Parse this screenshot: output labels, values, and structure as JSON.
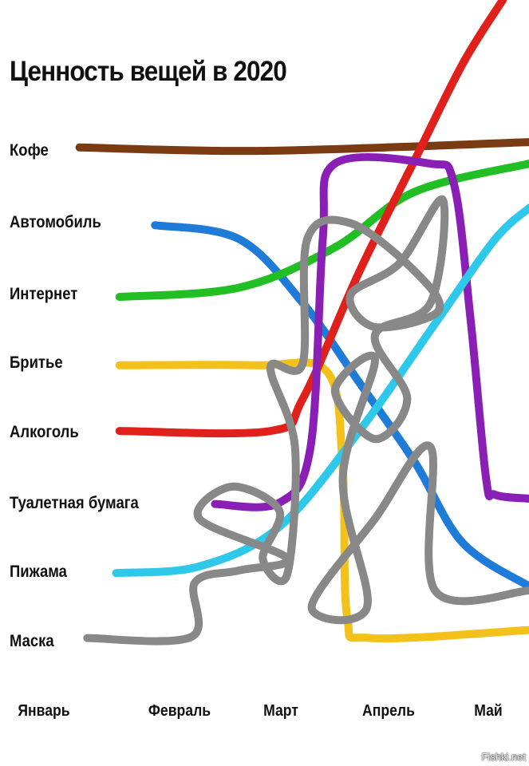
{
  "chart_data": {
    "type": "line",
    "title": "Ценность вещей в 2020",
    "xlabel": "",
    "ylabel": "",
    "x_ticks": [
      "Январь",
      "Февраль",
      "Март",
      "Апрель",
      "Май"
    ],
    "xlim": [
      0,
      4.4
    ],
    "ylim": [
      0,
      100
    ],
    "grid": false,
    "series": [
      {
        "name": "Кофе",
        "color": "#7a3b12",
        "points": [
          [
            0.32,
            78
          ],
          [
            2,
            77.5
          ],
          [
            4.37,
            78.8
          ]
        ]
      },
      {
        "name": "Автомобиль",
        "color": "#1e7bd8",
        "points": [
          [
            1.0,
            66.4
          ],
          [
            1.76,
            64.3
          ],
          [
            2.33,
            54.8
          ],
          [
            2.84,
            42.9
          ],
          [
            3.34,
            31
          ],
          [
            3.77,
            19
          ],
          [
            4.37,
            12.5
          ]
        ]
      },
      {
        "name": "Интернет",
        "color": "#22bf24",
        "points": [
          [
            0.68,
            55.7
          ],
          [
            1.76,
            57.1
          ],
          [
            2.62,
            63.1
          ],
          [
            3.34,
            71.4
          ],
          [
            4.37,
            75.6
          ]
        ]
      },
      {
        "name": "Бритье",
        "color": "#f2c21b",
        "points": [
          [
            0.68,
            45.5
          ],
          [
            1.9,
            45.5
          ],
          [
            2.55,
            44.5
          ],
          [
            2.69,
            30
          ],
          [
            2.73,
            8
          ],
          [
            2.95,
            4.8
          ],
          [
            4.37,
            6
          ]
        ]
      },
      {
        "name": "Алкоголь",
        "color": "#e0201b",
        "points": [
          [
            0.68,
            35.7
          ],
          [
            2.04,
            35.7
          ],
          [
            2.33,
            40.5
          ],
          [
            2.84,
            59.5
          ],
          [
            3.34,
            76.2
          ],
          [
            3.77,
            90.5
          ],
          [
            4.13,
            100
          ]
        ]
      },
      {
        "name": "Туалетная бумага",
        "color": "#8a1fb5",
        "points": [
          [
            1.54,
            24.8
          ],
          [
            2.12,
            25
          ],
          [
            2.4,
            33.3
          ],
          [
            2.51,
            64.3
          ],
          [
            2.62,
            75.6
          ],
          [
            3.47,
            75.6
          ],
          [
            3.69,
            72.6
          ],
          [
            3.84,
            52.4
          ],
          [
            3.98,
            28.6
          ],
          [
            4.06,
            26.2
          ],
          [
            4.37,
            25.6
          ]
        ]
      },
      {
        "name": "Пижама",
        "color": "#2ec8ea",
        "points": [
          [
            0.65,
            14.5
          ],
          [
            1.4,
            15.5
          ],
          [
            2.12,
            21.4
          ],
          [
            2.84,
            35.7
          ],
          [
            3.55,
            52.4
          ],
          [
            4.06,
            64.3
          ],
          [
            4.37,
            69
          ]
        ]
      },
      {
        "name": "Маска",
        "color": "#888888",
        "points": [
          [
            0.39,
            4.8
          ],
          [
            1.33,
            5
          ],
          [
            1.36,
            13.1
          ],
          [
            1.76,
            14.9
          ],
          [
            2.19,
            16.7
          ],
          [
            1.4,
            22.6
          ],
          [
            1.69,
            27.4
          ],
          [
            2.12,
            23.8
          ],
          [
            1.97,
            16.7
          ],
          [
            2.19,
            14.3
          ],
          [
            2.26,
            33.3
          ],
          [
            2.04,
            45.2
          ],
          [
            2.33,
            45.8
          ],
          [
            2.37,
            64.3
          ],
          [
            2.76,
            66.7
          ],
          [
            3.34,
            59.5
          ],
          [
            3.55,
            53.6
          ],
          [
            2.98,
            51.2
          ],
          [
            2.76,
            56
          ],
          [
            3.2,
            60.7
          ],
          [
            3.59,
            70.2
          ],
          [
            3.48,
            54.8
          ],
          [
            2.98,
            50
          ],
          [
            3.27,
            40.5
          ],
          [
            2.98,
            34.5
          ],
          [
            2.62,
            41.7
          ],
          [
            2.98,
            46.4
          ],
          [
            2.69,
            28.6
          ],
          [
            2.91,
            9.5
          ],
          [
            2.41,
            9.5
          ],
          [
            2.98,
            22.6
          ],
          [
            3.48,
            33.3
          ],
          [
            3.52,
            11.9
          ],
          [
            4.37,
            11.9
          ]
        ]
      }
    ]
  },
  "watermark": "Fishki.net"
}
